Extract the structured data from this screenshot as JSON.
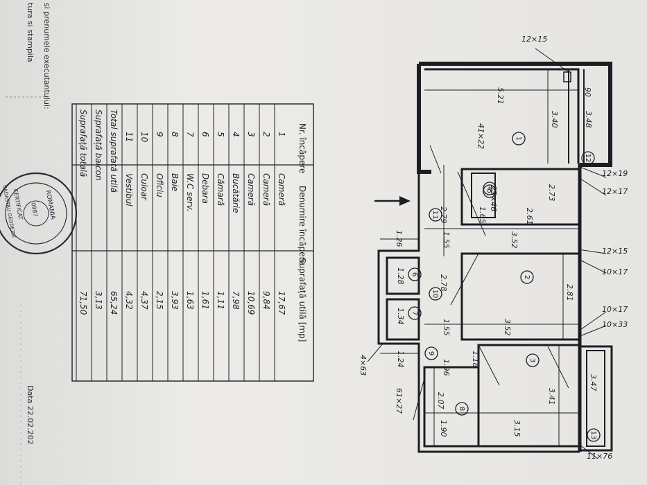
{
  "margin_text": {
    "executor": "si prenumele executantului:",
    "sign": "tura si stampila",
    "date": "Data 22.02.202"
  },
  "table": {
    "headers": [
      "Nr. încăpere",
      "Denumire încăpere",
      "Suprafață utilă [mp]"
    ],
    "rows": [
      {
        "nr": "1",
        "name": "Cameră",
        "area": "17,67"
      },
      {
        "nr": "2",
        "name": "Cameră",
        "area": "9,84"
      },
      {
        "nr": "3",
        "name": "Cameră",
        "area": "10,69"
      },
      {
        "nr": "4",
        "name": "Bucătărie",
        "area": "7,98"
      },
      {
        "nr": "5",
        "name": "Cămară",
        "area": "1,11"
      },
      {
        "nr": "6",
        "name": "Debara",
        "area": "1,61"
      },
      {
        "nr": "7",
        "name": "W.C serv.",
        "area": "1,63"
      },
      {
        "nr": "8",
        "name": "Baie",
        "area": "3,93"
      },
      {
        "nr": "9",
        "name": "Oficiu",
        "area": "2,15"
      },
      {
        "nr": "10",
        "name": "Culoar",
        "area": "4,37"
      },
      {
        "nr": "11",
        "name": "Vestibul",
        "area": "4,32"
      }
    ],
    "totals": [
      {
        "label": "Total suprafață utilă",
        "area": "65,24"
      },
      {
        "label": "Suprafață balcon",
        "area": "3,13"
      },
      {
        "label": "Suprafață totală",
        "area": "71,50"
      }
    ]
  },
  "stamp": {
    "text": "CERTIFICAT ROMÂNIA OFICIUL ... CADASTRU GEODEZIE ... 0987"
  },
  "plan": {
    "dims": [
      "12×15",
      "5.21",
      "90",
      "3.48",
      "3.40",
      "41×22",
      "12×19",
      "12×17",
      "25×46",
      "2.73",
      "1.65",
      "2.61",
      "2.79",
      "1.26",
      "1.55",
      "3.52",
      "12×15",
      "10×17",
      "1.28",
      "2.78",
      "2.81",
      "1.34",
      "1.55",
      "3.52",
      "10×17",
      "10×33",
      "1.24",
      "1.96",
      "1.18",
      "4×63",
      "3.47",
      "3.41",
      "2.07",
      "61×27",
      "1.90",
      "3.15",
      "11×76"
    ],
    "rooms": [
      "1",
      "2",
      "3",
      "4",
      "5",
      "6",
      "7",
      "8",
      "9",
      "10",
      "11",
      "12",
      "13"
    ]
  }
}
